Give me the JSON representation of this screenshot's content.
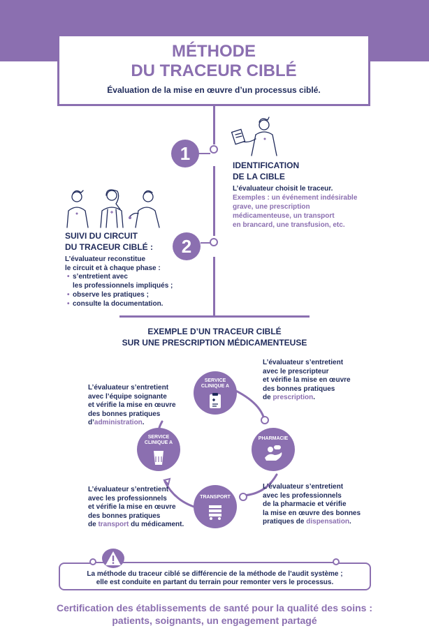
{
  "header": {
    "title_line1": "MÉTHODE",
    "title_line2": "DU TRACEUR CIBLÉ",
    "subtitle": "Évaluation de la mise en œuvre d’un processus ciblé."
  },
  "step1": {
    "number": "1",
    "heading_line1": "IDENTIFICATION",
    "heading_line2": "DE LA CIBLE",
    "text": "L’évaluateur choisit le traceur.",
    "examples_line1": "Exemples : un événement indésirable",
    "examples_line2": "grave, une prescription",
    "examples_line3": "médicamenteuse, un transport",
    "examples_line4": "en brancard, une transfusion, etc."
  },
  "step2": {
    "number": "2",
    "heading_line1": "SUIVI DU CIRCUIT",
    "heading_line2": "DU TRACEUR CIBLÉ :",
    "intro_line1": "L’évaluateur reconstitue",
    "intro_line2": "le circuit et à chaque phase :",
    "bullet1_line1": "s’entretient avec",
    "bullet1_line2": "les professionnels impliqués ;",
    "bullet2": "observe les pratiques ;",
    "bullet3": "consulte la documentation."
  },
  "example": {
    "title_line1": "EXEMPLE D’UN TRACEUR CIBLÉ",
    "title_line2": "SUR UNE PRESCRIPTION MÉDICAMENTEUSE"
  },
  "cycle": {
    "node_service_top_line1": "SERVICE",
    "node_service_top_line2": "CLINIQUE A",
    "node_pharmacie": "PHARMACIE",
    "node_transport": "TRANSPORT",
    "node_service_left_line1": "SERVICE",
    "node_service_left_line2": "CLINIQUE A",
    "prescription_text_lines": [
      "L’évaluateur s’entretient",
      "avec le prescripteur",
      "et vérifie la mise en œuvre",
      "des bonnes pratiques"
    ],
    "prescription_prefix": "de ",
    "prescription_keyword": "prescription",
    "administration_text_lines": [
      "L’évaluateur s’entretient",
      "avec l’équipe soignante",
      "et vérifie la mise en œuvre",
      "des bonnes pratiques"
    ],
    "administration_prefix": "d’",
    "administration_keyword": "administration",
    "dispensation_text_lines": [
      "L’évaluateur s’entretient",
      "avec les professionnels",
      "de la pharmacie et vérifie",
      "la mise en œuvre des bonnes"
    ],
    "dispensation_prefix": "pratiques de ",
    "dispensation_keyword": "dispensation",
    "transport_text_lines": [
      "L’évaluateur s’entretient",
      "avec les professionnels",
      "et vérifie la mise en œuvre",
      "des bonnes pratiques"
    ],
    "transport_prefix": "de ",
    "transport_keyword": "transport",
    "transport_suffix": " du médicament."
  },
  "note": {
    "line1": "La méthode du traceur ciblé se différencie de la méthode de l’audit système ;",
    "line2": "elle est conduite en partant du terrain pour remonter vers le processus."
  },
  "footer": {
    "line1": "Certification des établissements de santé pour la qualité des soins :",
    "line2": "patients, soignants, un engagement partagé"
  },
  "colors": {
    "accent": "#8b6fb0",
    "text": "#1f2a5a"
  }
}
